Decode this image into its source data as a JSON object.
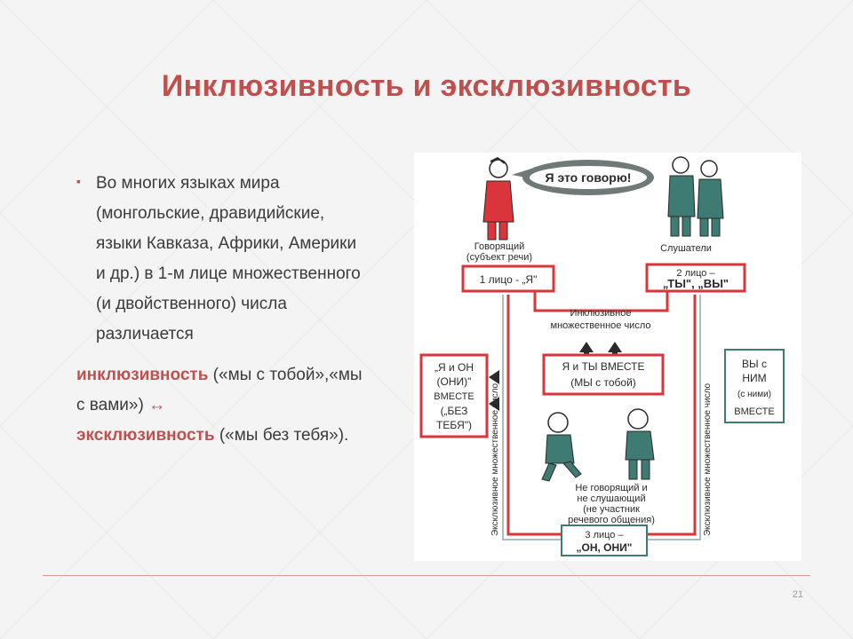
{
  "slide": {
    "title": "Инклюзивность и эксклюзивность",
    "bullet": "Во многих языках мира (монгольские, дравидийские, языки Кавказа, Африки, Америки и др.) в 1-м лице множественного (и двойственного) числа различается",
    "line1_term": "инклюзивность",
    "line1_rest": " («мы с тобой»,«мы с вами») ",
    "arrow": "↔",
    "line2_term": "эксклюзивность",
    "line2_rest": " («мы без тебя»).",
    "page_number": "21"
  },
  "diagram": {
    "speech_bubble": "Я это говорю!",
    "speaker_caption": [
      "Говорящий",
      "(субъект речи)"
    ],
    "listeners_caption": "Слушатели",
    "box_first_person": "1 лицо - „Я\"",
    "box_second_person": [
      "2 лицо –",
      "„ТЫ\", „ВЫ\""
    ],
    "inclusive_label": [
      "Инклюзивное",
      "множественное число"
    ],
    "box_me_and_you": [
      "Я и ТЫ ВМЕСТЕ",
      "(МЫ с тобой)"
    ],
    "box_me_and_him": [
      "„Я и ОН",
      "(ОНИ)\"",
      "ВМЕСТЕ",
      "(„БЕЗ",
      "ТЕБЯ\")"
    ],
    "box_you_with_him": [
      "ВЫ с",
      "НИМ",
      "(с ними)",
      "ВМЕСТЕ"
    ],
    "exclusive_vertical": "Эксклюзивное множественное число",
    "third_party_caption": [
      "Не говорящий и",
      "не слушающий",
      "(не участник",
      "речевого общения)"
    ],
    "box_third_person": [
      "3 лицо –",
      "„ОН, ОНИ\""
    ],
    "colors": {
      "red": "#d9353a",
      "teal": "#3d7b73",
      "gray_bubble": "#6f7a78",
      "dark": "#2a2a2a"
    }
  }
}
